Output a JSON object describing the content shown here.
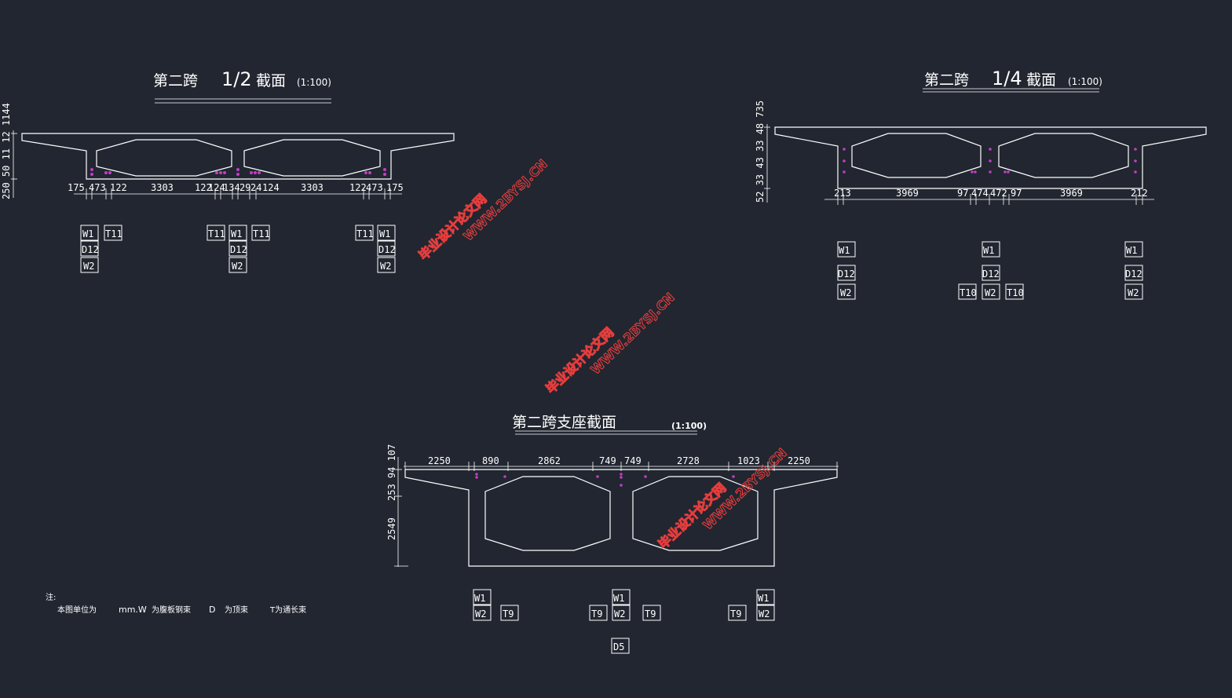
{
  "colors": {
    "background": "#212630",
    "lines": "#ffffff",
    "tendons": "#c03ec3",
    "watermark": "#e43d3d"
  },
  "section_half": {
    "title_prefix": "第二跨",
    "title_ratio": "1/2",
    "title_suffix": "截面",
    "scale": "(1:100)",
    "left_dims": "250 50 11 12 1144",
    "bottom_dims": [
      "175",
      "473",
      "122",
      "3303",
      "122",
      "124",
      "134",
      "29",
      "24",
      "124",
      "3303",
      "122",
      "473",
      "175"
    ],
    "tags": {
      "g1": [
        "W1",
        "T11",
        "D12",
        "W2"
      ],
      "g2": [
        "T11",
        "W1",
        "T11",
        "D12",
        "W2"
      ],
      "g3": [
        "T11",
        "W1",
        "D12",
        "W2"
      ]
    }
  },
  "section_quarter": {
    "title_prefix": "第二跨",
    "title_ratio": "1/4",
    "title_suffix": "截面",
    "scale": "(1:100)",
    "left_dims": "52 33 43 33 48 735",
    "bottom_dims": [
      "213",
      "3969",
      "97",
      "474",
      "472",
      "97",
      "3969",
      "212"
    ],
    "tags": {
      "g1": [
        "W1",
        "D12",
        "W2"
      ],
      "g2": [
        "W1",
        "D12",
        "T10",
        "W2",
        "T10"
      ],
      "g3": [
        "W1",
        "D12",
        "W2"
      ]
    }
  },
  "section_support": {
    "title": "第二跨支座截面",
    "scale": "(1:100)",
    "top_dims": [
      "2250",
      "890",
      "2862",
      "749",
      "749",
      "2728",
      "1023",
      "2250"
    ],
    "left_dims_top": "253 94 107",
    "left_dim_bottom": "2549",
    "tags": {
      "g1": [
        "W1",
        "W2",
        "T9"
      ],
      "g2": [
        "W1",
        "T9",
        "W2",
        "T9"
      ],
      "g3": [
        "W1",
        "T9",
        "W2"
      ],
      "bottom": "D5"
    }
  },
  "note": {
    "heading": "注:",
    "t1": "本图单位为",
    "t2": "mm.W",
    "t3": "为腹板钢束",
    "t4": "D",
    "t5": "为顶束",
    "t6": "T为通长束"
  },
  "watermark": {
    "line1": "毕业设计论文网",
    "line2": "WWW.2BYSJ.CN"
  }
}
